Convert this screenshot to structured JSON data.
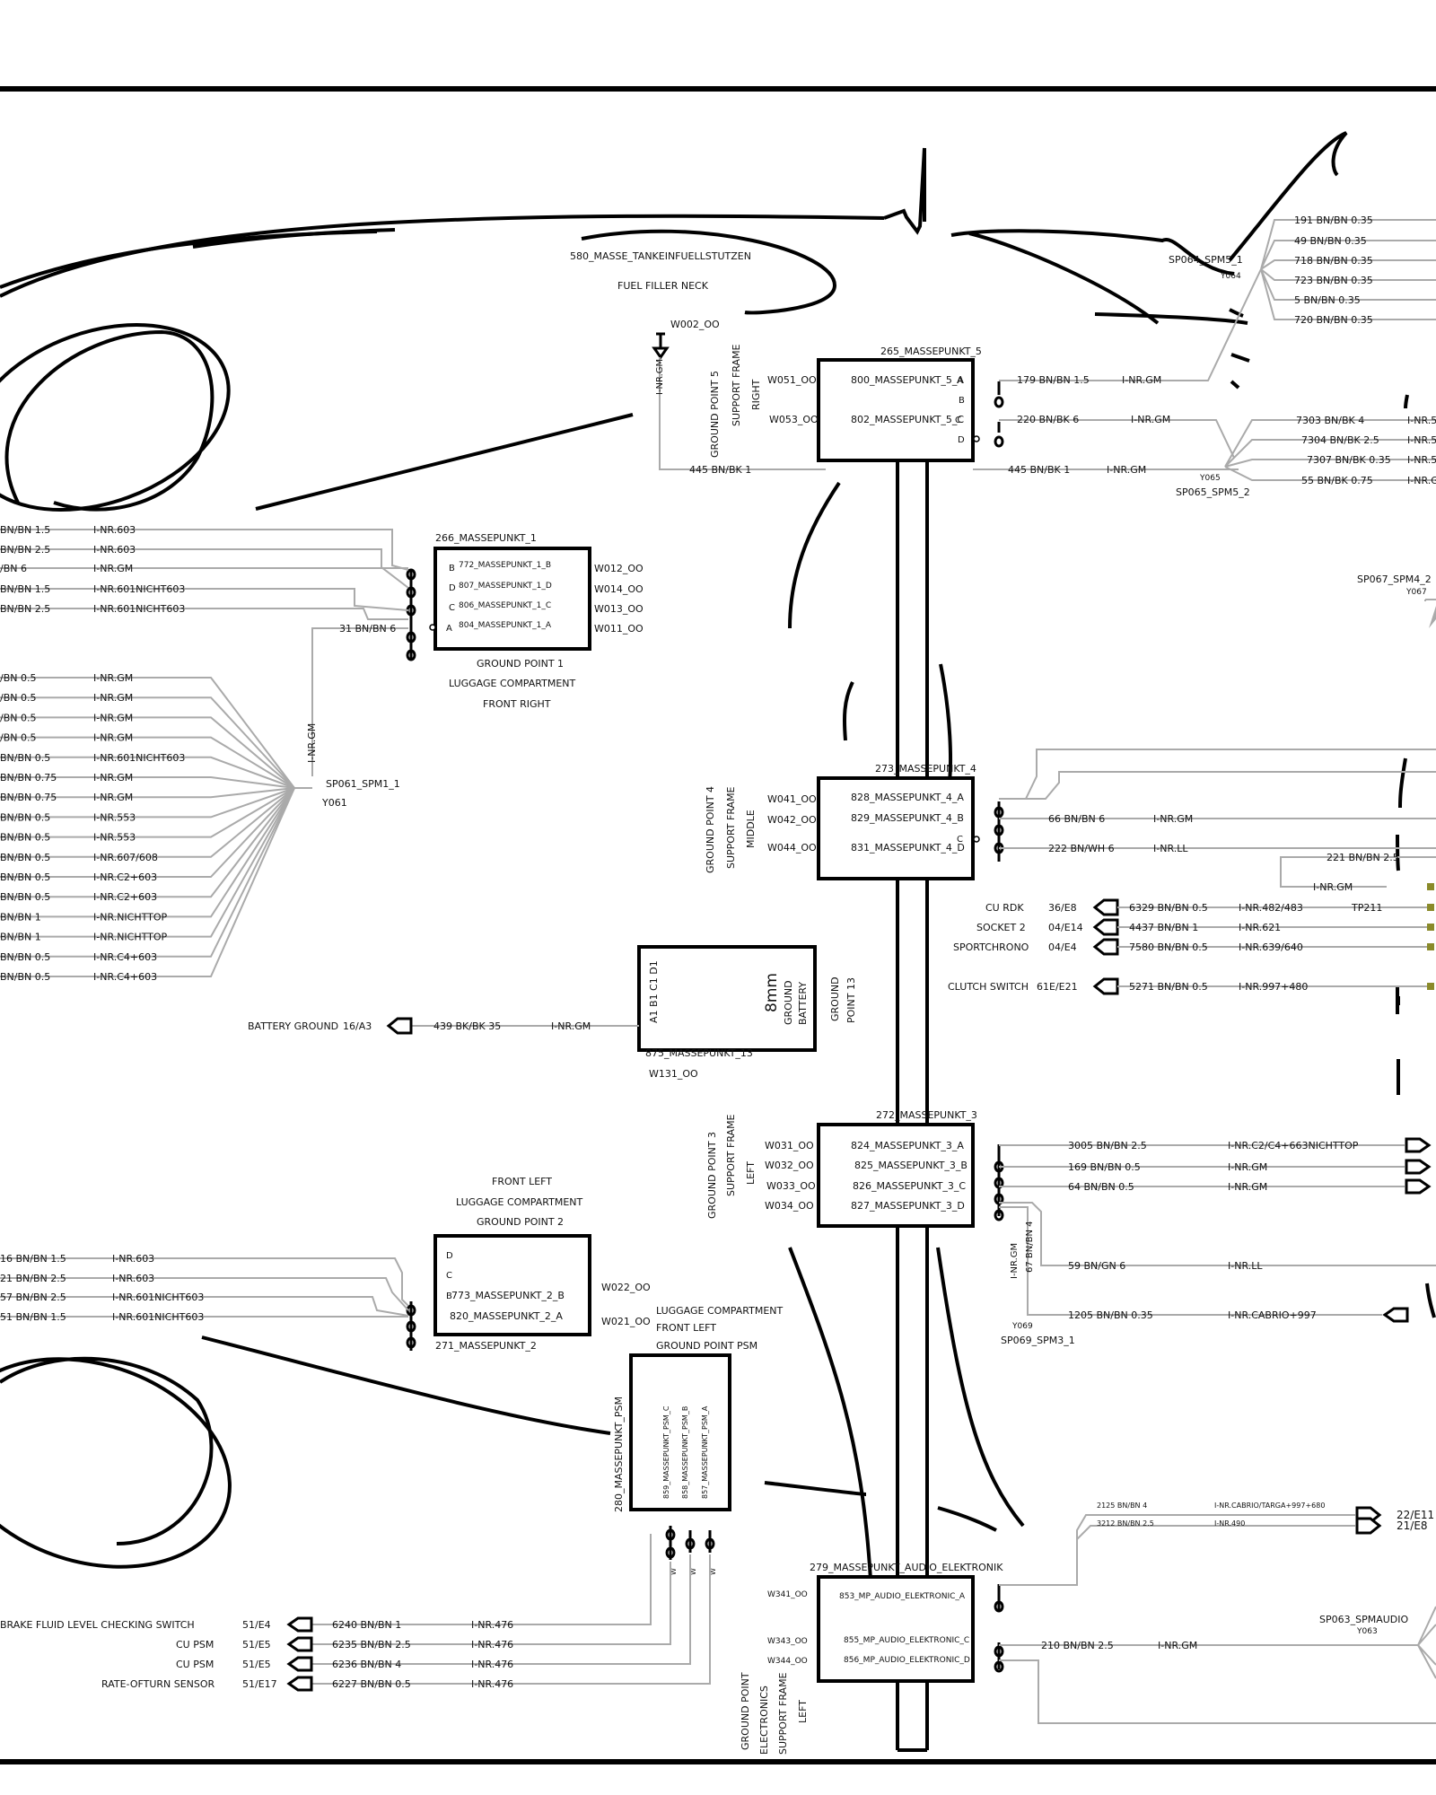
{
  "title": "",
  "fuel_filler": {
    "name": "580_MASSE_TANKEINFUELLSTUTZEN",
    "label": "FUEL FILLER NECK",
    "code": "W002_OO"
  },
  "ground_points": {
    "gp5": {
      "name": "265_MASSEPUNKT_5",
      "side": [
        "GROUND POINT 5",
        "SUPPORT FRAME",
        "RIGHT"
      ],
      "pins": [
        {
          "w": "W051_OO",
          "label": "800_MASSEPUNKT_5_A",
          "letter": "A"
        },
        {
          "w": "",
          "label": "",
          "letter": "B"
        },
        {
          "w": "W053_OO",
          "label": "802_MASSEPUNKT_5_C",
          "letter": "C"
        },
        {
          "w": "",
          "label": "",
          "letter": "D"
        }
      ]
    },
    "gp1": {
      "name": "266_MASSEPUNKT_1",
      "caption": [
        "GROUND POINT 1",
        "LUGGAGE COMPARTMENT",
        "FRONT RIGHT"
      ],
      "pins": [
        {
          "letter": "B",
          "label": "772_MASSEPUNKT_1_B",
          "w": "W012_OO"
        },
        {
          "letter": "D",
          "label": "807_MASSEPUNKT_1_D",
          "w": "W014_OO"
        },
        {
          "letter": "C",
          "label": "806_MASSEPUNKT_1_C",
          "w": "W013_OO"
        },
        {
          "letter": "A",
          "label": "804_MASSEPUNKT_1_A",
          "w": "W011_OO"
        }
      ]
    },
    "gp4": {
      "name": "273_MASSEPUNKT_4",
      "side": [
        "GROUND POINT 4",
        "SUPPORT FRAME",
        "MIDDLE"
      ],
      "pins": [
        {
          "w": "W041_OO",
          "label": "828_MASSEPUNKT_4_A"
        },
        {
          "w": "W042_OO",
          "label": "829_MASSEPUNKT_4_B"
        },
        {
          "w": "W044_OO",
          "label": "831_MASSEPUNKT_4_D",
          "letter": "C"
        }
      ]
    },
    "gp13": {
      "name": "875_MASSEPUNKT_13",
      "code": "W131_OO",
      "pins": "A1  B1  C1  D1",
      "size": "8mm",
      "inner": [
        "GROUND",
        "BATTERY"
      ],
      "side": [
        "GROUND",
        "POINT 13"
      ]
    },
    "gp3": {
      "name": "272_MASSEPUNKT_3",
      "side": [
        "GROUND POINT 3",
        "SUPPORT FRAME",
        "LEFT"
      ],
      "pins": [
        {
          "w": "W031_OO",
          "label": "824_MASSEPUNKT_3_A"
        },
        {
          "w": "W032_OO",
          "label": "825_MASSEPUNKT_3_B"
        },
        {
          "w": "W033_OO",
          "label": "826_MASSEPUNKT_3_C"
        },
        {
          "w": "W034_OO",
          "label": "827_MASSEPUNKT_3_D"
        }
      ]
    },
    "gp2": {
      "name": "271_MASSEPUNKT_2",
      "caption": [
        "FRONT LEFT",
        "LUGGAGE COMPARTMENT",
        "GROUND POINT 2"
      ],
      "pins": [
        {
          "letter": "D",
          "label": ""
        },
        {
          "letter": "C",
          "label": ""
        },
        {
          "letter": "B",
          "label": "773_MASSEPUNKT_2_B"
        },
        {
          "letter": "",
          "label": "820_MASSEPUNKT_2_A"
        }
      ],
      "w": [
        "W022_OO",
        "W021_OO"
      ]
    },
    "gpsm": {
      "name": "280_MASSEPUNKT_PSM",
      "caption": [
        "LUGGAGE COMPARTMENT",
        "FRONT LEFT",
        "GROUND POINT PSM"
      ],
      "pins": [
        "859_MASSEPUNKT_PSM_C",
        "858_MASSEPUNKT_PSM_B",
        "857_MASSEPUNKT_PSM_A"
      ],
      "w": [
        "W",
        "W",
        "W"
      ]
    },
    "gpae": {
      "name": "279_MASSEPUNKT_AUDIO_ELEKTRONIK",
      "side": [
        "GROUND POINT",
        "ELECTRONICS",
        "SUPPORT FRAME",
        "LEFT"
      ],
      "pins": [
        {
          "w": "W341_OO",
          "label": "853_MP_AUDIO_ELEKTRONIC_A"
        },
        {
          "w": "W343_OO",
          "label": "855_MP_AUDIO_ELEKTRONIC_C"
        },
        {
          "w": "W344_OO",
          "label": "856_MP_AUDIO_ELEKTRONIC_D"
        }
      ]
    }
  },
  "splices": {
    "sp061": {
      "name": "SP061_SPM1_1",
      "y": "Y061",
      "vert": "I-NR.GM",
      "wire": "31 BN/BN 6"
    },
    "sp064": {
      "name": "SP064_SPM5_1",
      "y": "Y064"
    },
    "sp065": {
      "name": "SP065_SPM5_2",
      "y": "Y065"
    },
    "sp067": {
      "name": "SP067_SPM4_2",
      "y": "Y067"
    },
    "sp069": {
      "name": "SP069_SPM3_1",
      "y": "Y069",
      "vert": [
        "I-NR.GM",
        "67 BN/BN 4"
      ]
    },
    "sp063": {
      "name": "SP063_SPMAUDIO",
      "y": "Y063"
    }
  },
  "gp1_wires": [
    {
      "wire": "BN/BN 1.5",
      "inr": "I-NR.603"
    },
    {
      "wire": "BN/BN 2.5",
      "inr": "I-NR.603"
    },
    {
      "wire": "/BN 6",
      "inr": "I-NR.GM"
    },
    {
      "wire": "BN/BN 1.5",
      "inr": "I-NR.601NICHT603"
    },
    {
      "wire": "BN/BN 2.5",
      "inr": "I-NR.601NICHT603"
    }
  ],
  "sp061_wires": [
    {
      "wire": "/BN 0.5",
      "inr": "I-NR.GM"
    },
    {
      "wire": "/BN 0.5",
      "inr": "I-NR.GM"
    },
    {
      "wire": "/BN 0.5",
      "inr": "I-NR.GM"
    },
    {
      "wire": "/BN 0.5",
      "inr": "I-NR.GM"
    },
    {
      "wire": "BN/BN 0.5",
      "inr": "I-NR.601NICHT603"
    },
    {
      "wire": "BN/BN 0.75",
      "inr": "I-NR.GM"
    },
    {
      "wire": "BN/BN 0.75",
      "inr": "I-NR.GM"
    },
    {
      "wire": "BN/BN 0.5",
      "inr": "I-NR.553"
    },
    {
      "wire": "BN/BN 0.5",
      "inr": "I-NR.553"
    },
    {
      "wire": "BN/BN 0.5",
      "inr": "I-NR.607/608"
    },
    {
      "wire": "BN/BN 0.5",
      "inr": "I-NR.C2+603"
    },
    {
      "wire": "BN/BN 0.5",
      "inr": "I-NR.C2+603"
    },
    {
      "wire": "BN/BN 1",
      "inr": "I-NR.NICHTTOP"
    },
    {
      "wire": "BN/BN 1",
      "inr": "I-NR.NICHTTOP"
    },
    {
      "wire": "BN/BN 0.5",
      "inr": "I-NR.C4+603"
    },
    {
      "wire": "BN/BN 0.5",
      "inr": "I-NR.C4+603"
    }
  ],
  "gp2_wires": [
    {
      "wire": "16 BN/BN 1.5",
      "inr": "I-NR.603"
    },
    {
      "wire": "21 BN/BN 2.5",
      "inr": "I-NR.603"
    },
    {
      "wire": "57 BN/BN 2.5",
      "inr": "I-NR.601NICHT603"
    },
    {
      "wire": "51 BN/BN 1.5",
      "inr": "I-NR.601NICHT603"
    }
  ],
  "sp064_wires": [
    "191 BN/BN 0.35",
    "49 BN/BN 0.35",
    "718 BN/BN 0.35",
    "723 BN/BN 0.35",
    "5 BN/BN 0.35",
    "720 BN/BN 0.35"
  ],
  "sp065_wires": [
    {
      "wire": "7303 BN/BK 4",
      "inr": "I-NR.5"
    },
    {
      "wire": "7304 BN/BK 2.5",
      "inr": "I-NR.5"
    },
    {
      "wire": "7307 BN/BK 0.35",
      "inr": "I-NR.5"
    },
    {
      "wire": "55 BN/BK 0.75",
      "inr": "I-NR.G"
    }
  ],
  "gp5_wires": {
    "w179": {
      "wire": "179 BN/BN 1.5",
      "inr": "I-NR.GM"
    },
    "w220": {
      "wire": "220 BN/BK 6",
      "inr": "I-NR.GM"
    },
    "w445a": "445 BN/BK 1",
    "w445b": "445 BN/BK 1",
    "w445inr": "I-NR.GM",
    "vert": "I-NR.GM"
  },
  "gp4_wires": {
    "w66": {
      "wire": "66 BN/BN 6",
      "inr": "I-NR.GM"
    },
    "w222": {
      "wire": "222 BN/WH 6",
      "inr": "I-NR.LL"
    },
    "w221": {
      "wire": "221 BN/BN 2.5",
      "inr": "I-NR.GM"
    }
  },
  "connectors_mid": [
    {
      "device": "CU RDK",
      "pin": "36/E8",
      "wire": "6329 BN/BN 0.5",
      "inr": "I-NR.482/483",
      "tp": "TP211"
    },
    {
      "device": "SOCKET 2",
      "pin": "04/E14",
      "wire": "4437 BN/BN 1",
      "inr": "I-NR.621",
      "tp": ""
    },
    {
      "device": "SPORTCHRONO",
      "pin": "04/E4",
      "wire": "7580 BN/BN 0.5",
      "inr": "I-NR.639/640",
      "tp": ""
    },
    {
      "device": "CLUTCH SWITCH",
      "pin": "61E/E21",
      "wire": "5271 BN/BN 0.5",
      "inr": "I-NR.997+480",
      "tp": ""
    }
  ],
  "battery": {
    "device": "BATTERY GROUND",
    "pin": "16/A3",
    "wire": "439 BK/BK 35",
    "inr": "I-NR.GM"
  },
  "gp3_wires": [
    {
      "wire": "3005 BN/BN 2.5",
      "inr": "I-NR.C2/C4+663NICHTTOP"
    },
    {
      "wire": "169 BN/BN 0.5",
      "inr": "I-NR.GM"
    },
    {
      "wire": "64 BN/BN 0.5",
      "inr": "I-NR.GM"
    },
    {
      "wire": "59 BN/GN 6",
      "inr": "I-NR.LL"
    },
    {
      "wire": "1205 BN/BN 0.35",
      "inr": "I-NR.CABRIO+997"
    }
  ],
  "bottom_left": [
    {
      "device": "BRAKE FLUID   LEVEL   CHECKING    SWITCH",
      "pin": "51/E4",
      "wire": "6240 BN/BN 1",
      "inr": "I-NR.476"
    },
    {
      "device": "CU PSM",
      "pin": "51/E5",
      "wire": "6235 BN/BN 2.5",
      "inr": "I-NR.476"
    },
    {
      "device": "CU PSM",
      "pin": "51/E5",
      "wire": "6236 BN/BN 4",
      "inr": "I-NR.476"
    },
    {
      "device": "RATE-OFTURN SENSOR",
      "pin": "51/E17",
      "wire": "6227 BN/BN 0.5",
      "inr": "I-NR.476"
    }
  ],
  "bottom_right": [
    {
      "wire": "2125 BN/BN 4",
      "inr": "I-NR.CABRIO/TARGA+997+680",
      "pin": "22/E11"
    },
    {
      "wire": "3212 BN/BN 2.5",
      "inr": "I-NR.490",
      "pin": "21/E8"
    }
  ],
  "audio_wire": {
    "wire": "210 BN/BN 2.5",
    "inr": "I-NR.GM"
  }
}
